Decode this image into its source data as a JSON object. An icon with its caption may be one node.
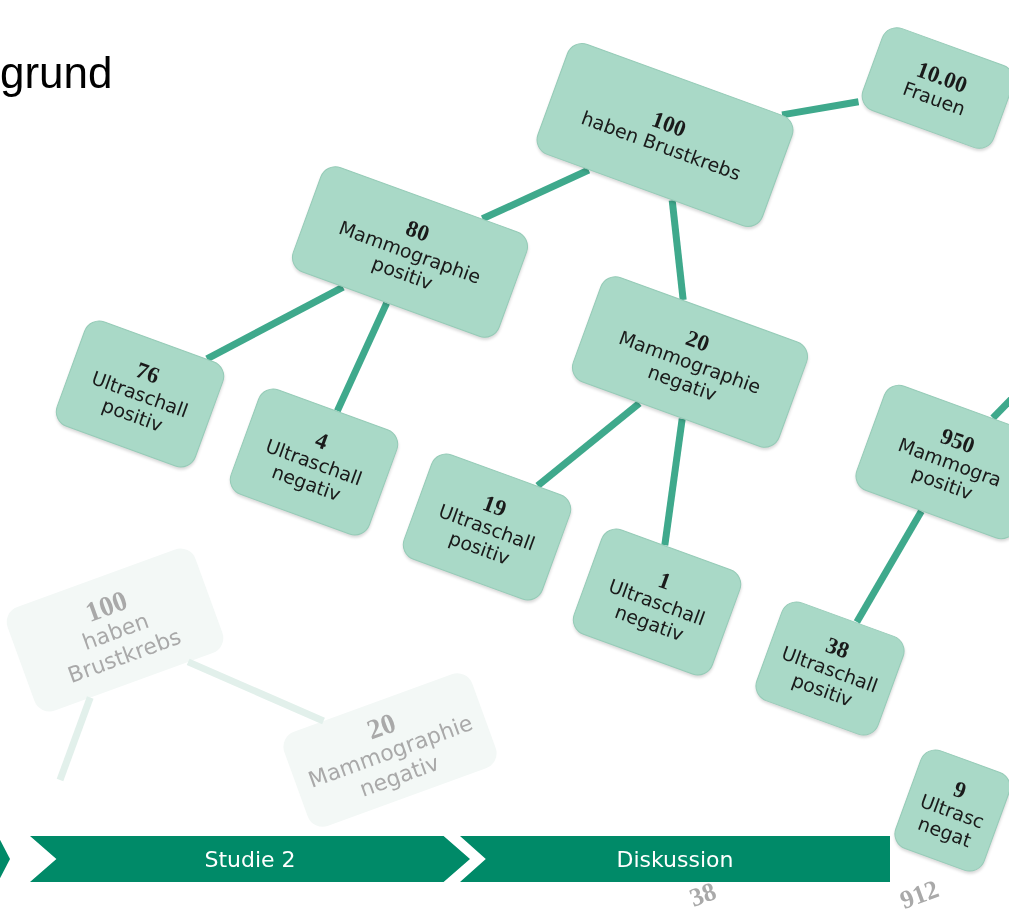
{
  "diagram": {
    "title": "grund",
    "nodes": [
      {
        "text": [
          "10.00",
          "Frauen"
        ]
      },
      {
        "text": [
          "100",
          "haben Brustkrebs"
        ]
      },
      {
        "text": [
          "80",
          "Mammographie positiv"
        ]
      },
      {
        "text": [
          "20",
          "Mammographie negativ"
        ]
      },
      {
        "text": [
          "76",
          "Ultraschall positiv"
        ]
      },
      {
        "text": [
          "4",
          "Ultraschall negativ"
        ]
      },
      {
        "text": [
          "19",
          "Ultraschall positiv"
        ]
      },
      {
        "text": [
          "1",
          "Ultraschall negativ"
        ]
      },
      {
        "text": [
          "950",
          "Mammogra positiv"
        ]
      },
      {
        "text": [
          "38",
          "Ultraschall positiv"
        ]
      },
      {
        "text": [
          "9",
          "Ultrasc negat"
        ]
      },
      {
        "text": [
          "100",
          "haben Brustkrebs"
        ]
      },
      {
        "text": [
          "20",
          "Mammographie negativ"
        ]
      },
      {
        "text": [],
        "shape": "chevron"
      },
      {
        "text": [
          "Studie 2"
        ]
      },
      {
        "text": [
          "Diskussion"
        ]
      }
    ],
    "edges": [
      {
        "from": 0,
        "to": 1,
        "arrow": "none"
      },
      {
        "from": 1,
        "to": 2,
        "arrow": "none"
      },
      {
        "from": 1,
        "to": 3,
        "arrow": "none"
      },
      {
        "from": 2,
        "to": 4,
        "arrow": "none"
      },
      {
        "from": 2,
        "to": 5,
        "arrow": "none"
      },
      {
        "from": 3,
        "to": 6,
        "arrow": "none"
      },
      {
        "from": 3,
        "to": 7,
        "arrow": "none"
      },
      {
        "from": null,
        "to": 8,
        "arrow": "none"
      },
      {
        "from": 8,
        "to": 9,
        "arrow": "none"
      },
      {
        "from": 11,
        "to": 12,
        "arrow": "none",
        "color": "#e2f0eb"
      },
      {
        "from": 11,
        "to": null,
        "arrow": "none",
        "color": "#e2f0eb"
      }
    ],
    "labels": [
      "912",
      "38"
    ]
  }
}
